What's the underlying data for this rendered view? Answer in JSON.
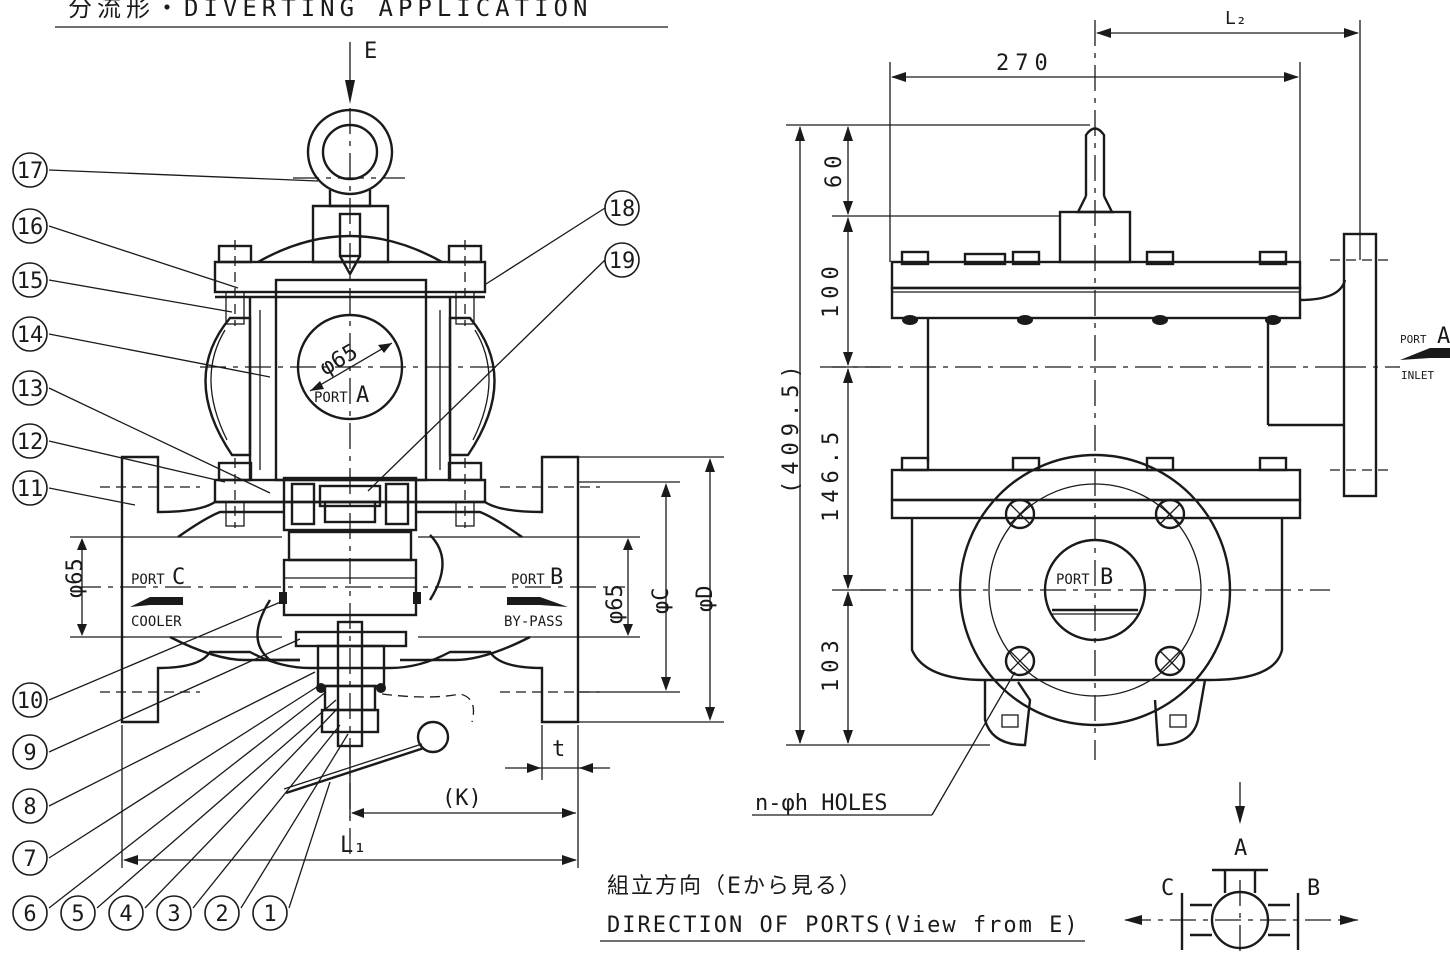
{
  "title": "分流形・DIVERTING APPLICATION",
  "view_marker": "E",
  "parts": [
    "1",
    "2",
    "3",
    "4",
    "5",
    "6",
    "7",
    "8",
    "9",
    "10",
    "11",
    "12",
    "13",
    "14",
    "15",
    "16",
    "17",
    "18",
    "19"
  ],
  "ports": {
    "port_word": "PORT",
    "a": "A",
    "b": "B",
    "c": "C",
    "cooler": "COOLER",
    "bypass": "BY-PASS",
    "inlet": "INLET"
  },
  "dimensions": {
    "phi65_center": "φ65",
    "phi65_left": "φ65",
    "phi65_right": "φ65",
    "phi_c": "φC",
    "phi_d": "φD",
    "t": "t",
    "k": "(K)",
    "l1": "L₁",
    "l2": "L₂",
    "w270": "270",
    "h60": "60",
    "h100": "100",
    "total": "(409.5)",
    "h146": "146.5",
    "h103": "103",
    "holes": "n-φh HOLES"
  },
  "direction": {
    "jp": "組立方向（Eから見る）",
    "en": "DIRECTION OF PORTS(View from E)",
    "a": "A",
    "b": "B",
    "c": "C"
  }
}
